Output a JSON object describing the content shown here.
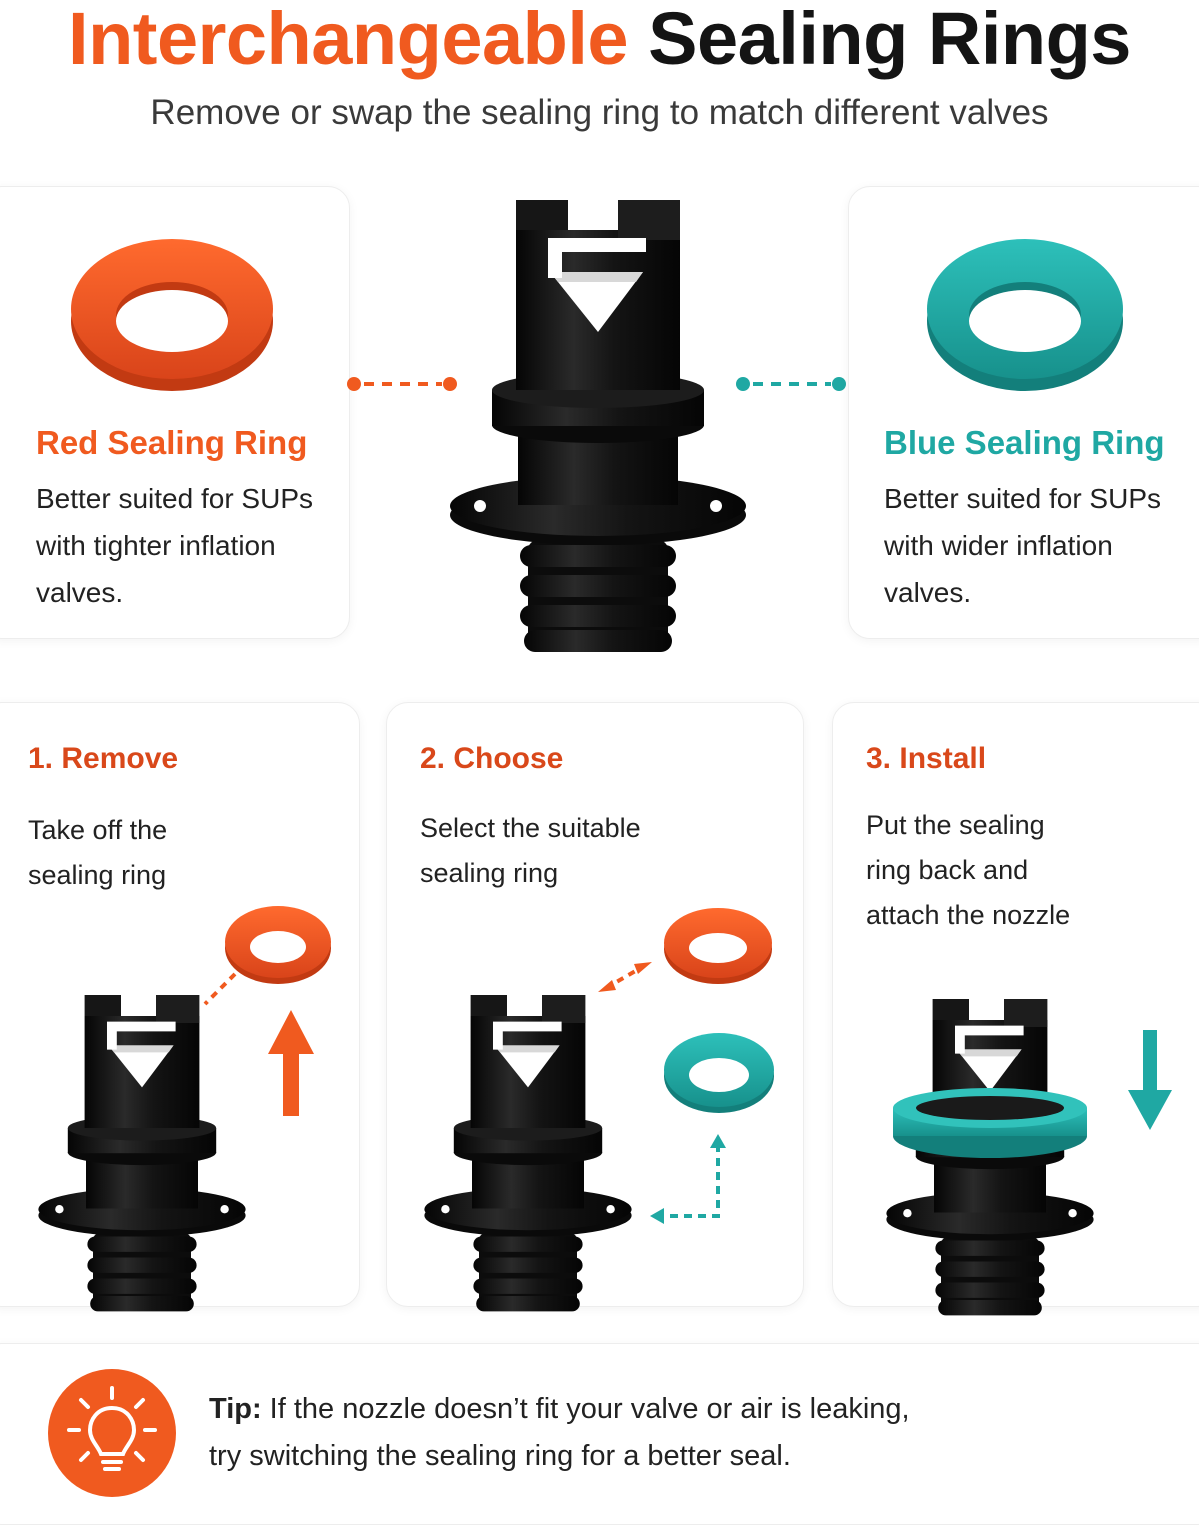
{
  "header": {
    "title_accent": "Interchangeable",
    "title_rest": "Sealing Rings",
    "subtitle": "Remove or swap the sealing ring to match different valves"
  },
  "rings": {
    "red": {
      "title": "Red Sealing Ring",
      "lines": [
        "Better suited for SUPs",
        "with tighter inflation",
        "valves."
      ],
      "color": "#f05a1f"
    },
    "blue": {
      "title": "Blue Sealing Ring",
      "lines": [
        "Better suited for SUPs",
        "with wider inflation",
        "valves."
      ],
      "color": "#1fa8a3"
    }
  },
  "steps": [
    {
      "title": "1. Remove",
      "lines": [
        "Take off the",
        "sealing ring"
      ]
    },
    {
      "title": "2. Choose",
      "lines": [
        "Select the suitable",
        "sealing ring"
      ]
    },
    {
      "title": "3. Install",
      "lines": [
        "Put the sealing",
        "ring back and",
        "attach the nozzle"
      ]
    }
  ],
  "tip": {
    "label": "Tip:",
    "line1": " If the nozzle doesn’t fit your valve or air is leaking,",
    "line2": "try switching the sealing ring for a better seal."
  },
  "icons": {
    "tip": "lightbulb-icon",
    "arrow_up": "arrow-up-icon",
    "arrow_down": "arrow-down-icon"
  },
  "colors": {
    "accent_orange": "#f05a1f",
    "accent_teal": "#1fa8a3",
    "nozzle": "#111111"
  }
}
